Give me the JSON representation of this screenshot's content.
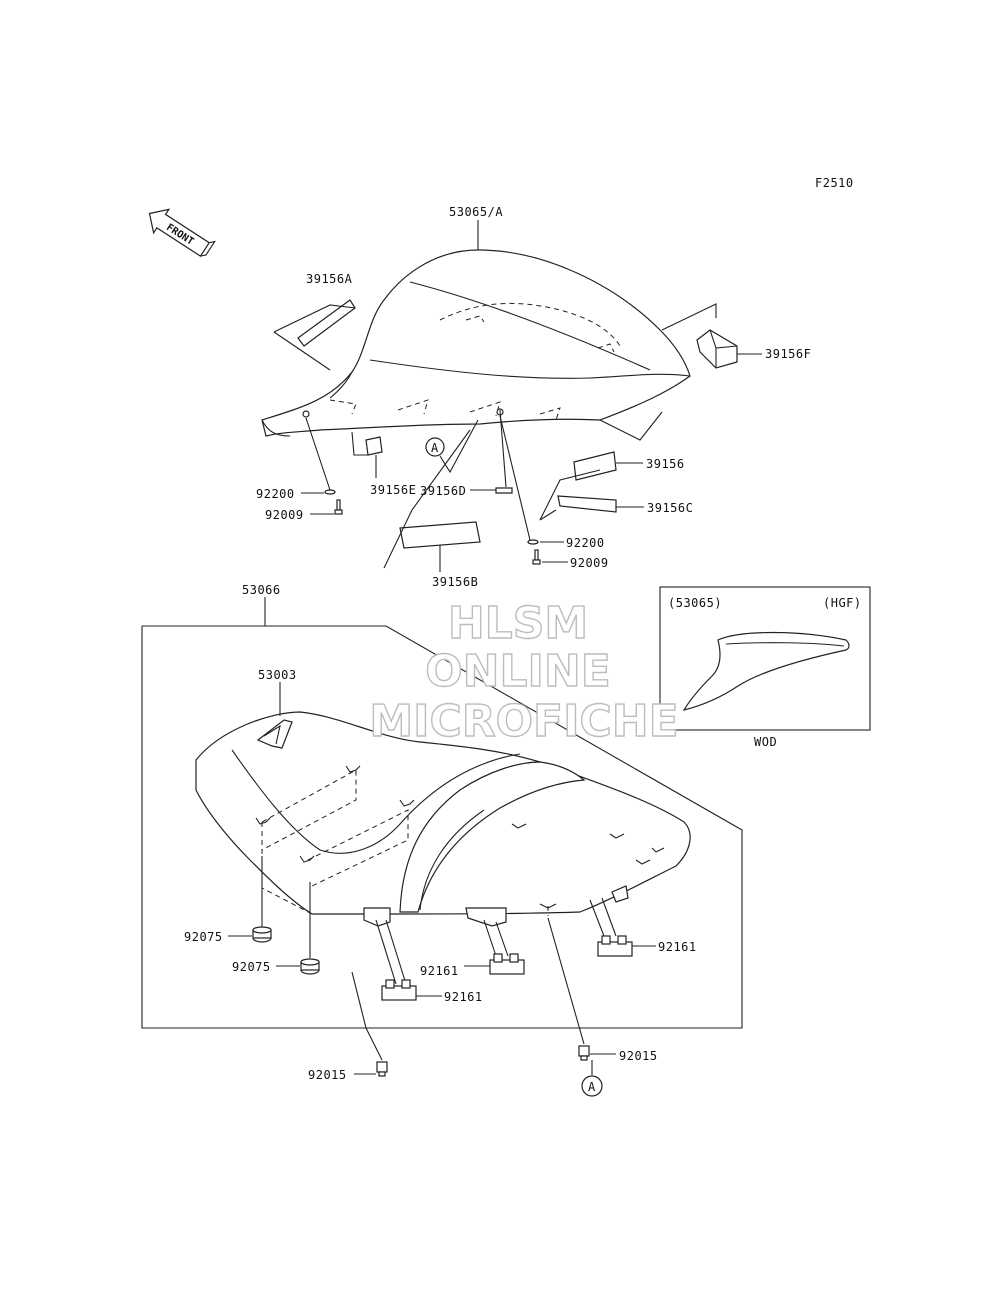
{
  "figure_code": "F2510",
  "front_arrow": "FRONT",
  "watermark": {
    "line1": "HLSM",
    "line2": "ONLINE",
    "line3": "MICROFICHE"
  },
  "inset": {
    "left_label": "(53065)",
    "right_label": "(HGF)",
    "caption": "WOD"
  },
  "callout_marker": "A",
  "parts": {
    "p53065A": "53065/A",
    "p39156A": "39156A",
    "p39156F": "39156F",
    "p39156": "39156",
    "p39156C": "39156C",
    "p39156D": "39156D",
    "p39156E": "39156E",
    "p39156B": "39156B",
    "p92200_left": "92200",
    "p92009_left": "92009",
    "p92200_right": "92200",
    "p92009_right": "92009",
    "p53066": "53066",
    "p53003": "53003",
    "p92075_a": "92075",
    "p92075_b": "92075",
    "p92161_a": "92161",
    "p92161_b": "92161",
    "p92161_c": "92161",
    "p92015_left": "92015",
    "p92015_right": "92015"
  }
}
